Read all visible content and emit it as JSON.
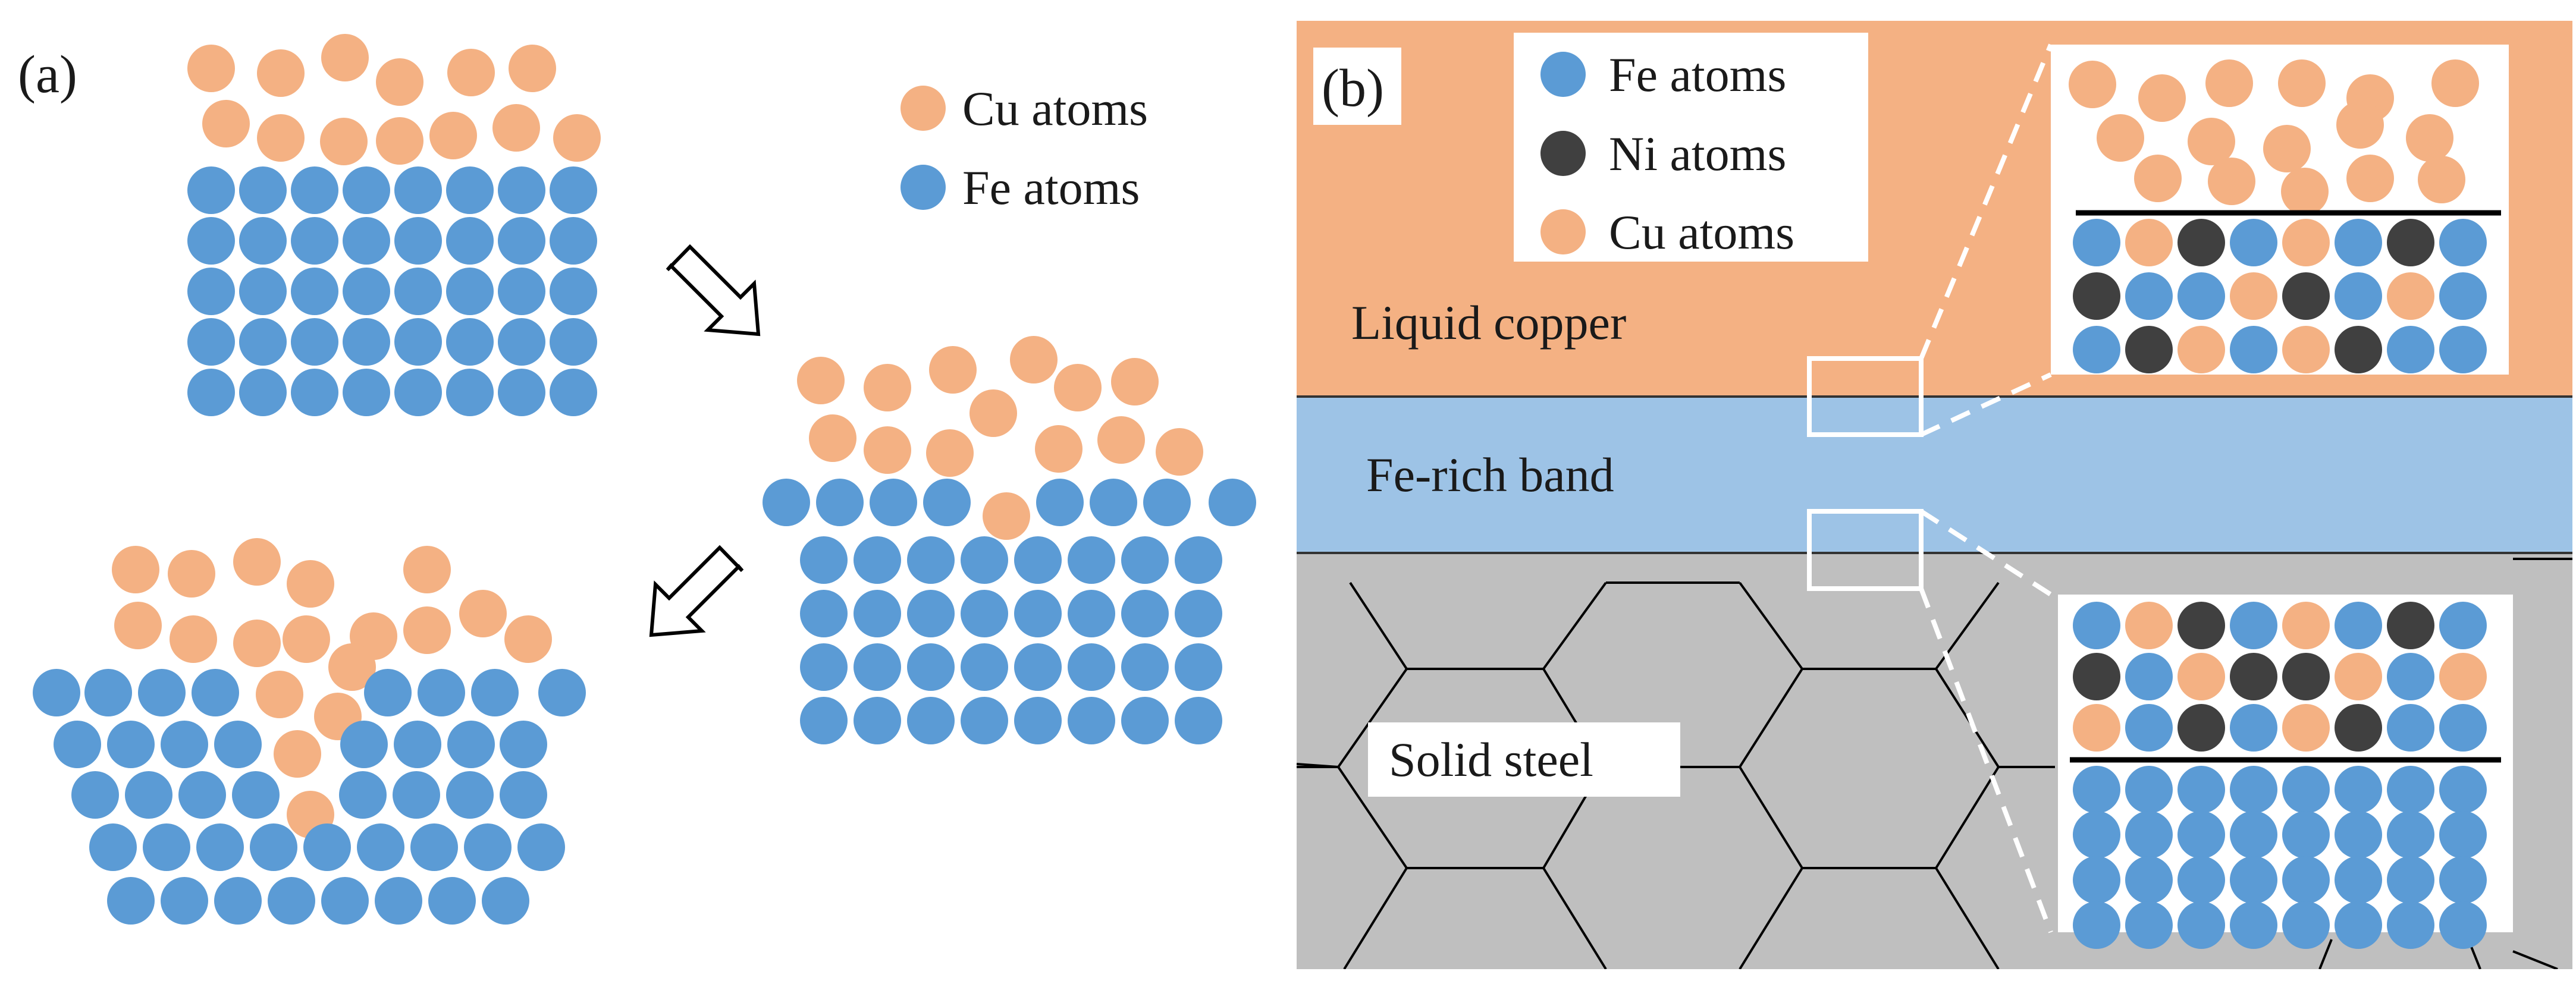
{
  "panel_a": {
    "label": "(a)",
    "legend": [
      {
        "text": "Cu atoms",
        "atom": "cu"
      },
      {
        "text": "Fe atoms",
        "atom": "fe"
      }
    ]
  },
  "panel_b": {
    "label": "(b)",
    "legend": [
      {
        "text": "Fe atoms",
        "atom": "fe"
      },
      {
        "text": "Ni atoms",
        "atom": "ni"
      },
      {
        "text": "Cu atoms",
        "atom": "cu"
      }
    ],
    "regions": {
      "liquid": "Liquid copper",
      "band": "Fe-rich band",
      "solid": "Solid steel"
    }
  },
  "colors": {
    "fe": "#5b9bd5",
    "cu": "#f4b183",
    "ni": "#404040",
    "liquid_bg": "#f4b183",
    "band_bg": "#9dc3e6",
    "solid_bg": "#bfbfbf",
    "grain_line": "#000000"
  },
  "icons": [
    "arrow-right-down-icon",
    "arrow-left-down-icon",
    "magnifier-box-icon"
  ]
}
